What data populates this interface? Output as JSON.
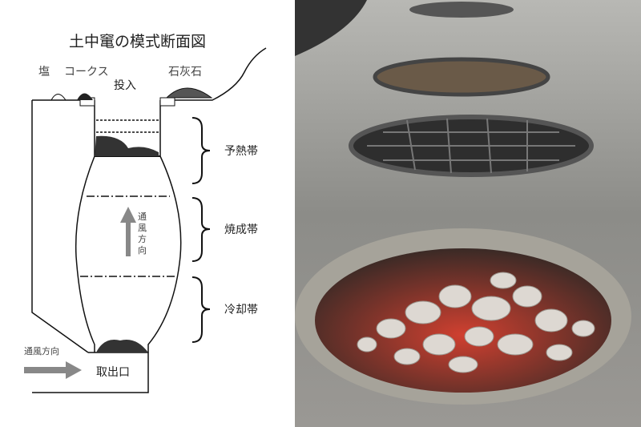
{
  "diagram": {
    "title": "土中竃の模式断面図",
    "labels": {
      "salt": "塩",
      "coke": "コークス",
      "input": "投入",
      "limestone": "石灰石",
      "preheat_zone": "予熱帯",
      "firing_zone": "焼成帯",
      "cooling_zone": "冷却帯",
      "draft_direction_vertical": [
        "通",
        "風",
        "方",
        "向"
      ],
      "draft_direction": "通風方向",
      "outlet": "取出口"
    }
  }
}
